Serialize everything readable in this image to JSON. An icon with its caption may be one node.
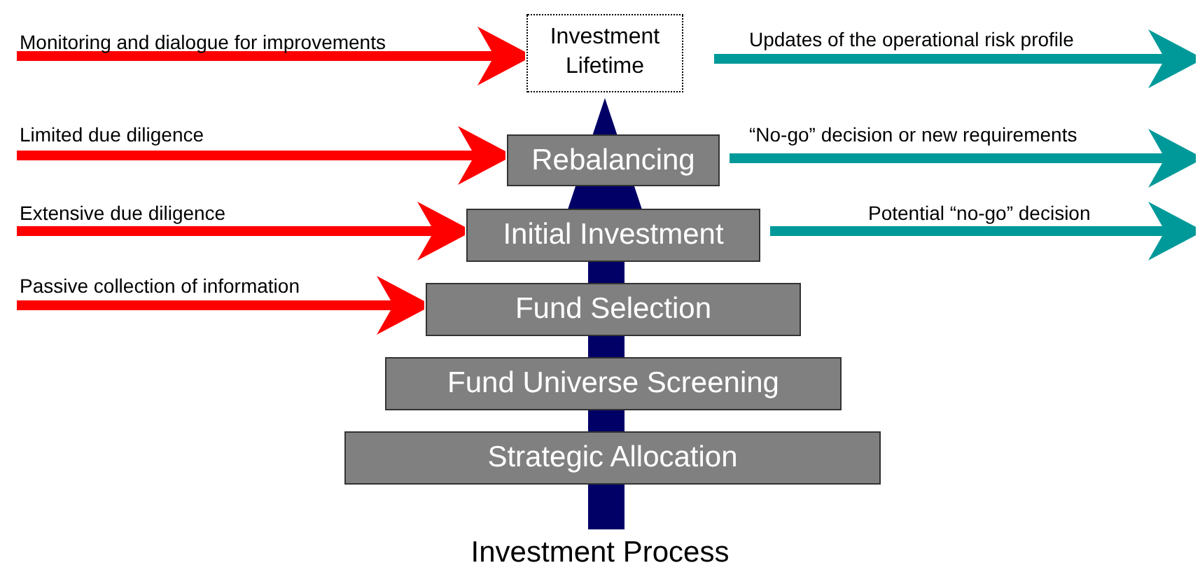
{
  "diagram": {
    "caption": "Investment Process",
    "nodes": [
      {
        "text": [
          "Investment Lifetime"
        ]
      },
      {
        "text": [
          "Rebalancing"
        ]
      },
      {
        "text": [
          "Initial Investment"
        ]
      },
      {
        "text": [
          "Fund Selection"
        ]
      },
      {
        "text": [
          "Fund Universe Screening"
        ]
      },
      {
        "text": [
          "Strategic Allocation"
        ]
      }
    ],
    "edges": [
      {
        "from": null,
        "to": 0,
        "arrow": "to",
        "label": "Monitoring and dialogue for improvements"
      },
      {
        "from": null,
        "to": 1,
        "arrow": "to",
        "label": "Limited due diligence"
      },
      {
        "from": null,
        "to": 2,
        "arrow": "to",
        "label": "Extensive due diligence"
      },
      {
        "from": null,
        "to": 3,
        "arrow": "to",
        "label": "Passive collection of information"
      },
      {
        "from": 0,
        "to": null,
        "arrow": "to",
        "color": "#009999",
        "label": "Updates of the operational risk profile"
      },
      {
        "from": 1,
        "to": null,
        "arrow": "to",
        "color": "#009999",
        "label": "“No-go” decision or new requirements"
      },
      {
        "from": 2,
        "to": null,
        "arrow": "to",
        "color": "#009999",
        "label": "Potential “no-go” decision"
      }
    ]
  }
}
